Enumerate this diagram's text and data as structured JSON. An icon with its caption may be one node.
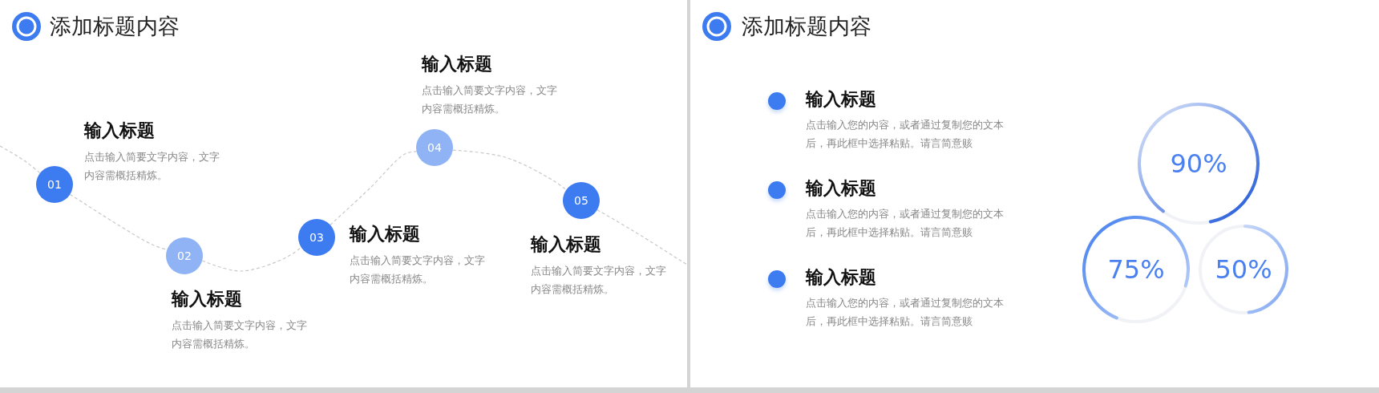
{
  "diagram": {
    "title": "添加标题内容",
    "nodes": [
      {
        "text": [
          "01"
        ],
        "beside": [
          "输入标题",
          "点击输入简要文字内容，文字内容需概括精炼。"
        ]
      },
      {
        "text": [
          "02"
        ],
        "beside": [
          "输入标题",
          "点击输入简要文字内容，文字内容需概括精炼。"
        ]
      },
      {
        "text": [
          "03"
        ],
        "beside": [
          "输入标题",
          "点击输入简要文字内容，文字内容需概括精炼。"
        ]
      },
      {
        "text": [
          "04"
        ],
        "beside": [
          "输入标题",
          "点击输入简要文字内容，文字内容需概括精炼。"
        ]
      },
      {
        "text": [
          "05"
        ],
        "beside": [
          "输入标题",
          "点击输入简要文字内容，文字内容需概括精炼。"
        ]
      },
      {
        "text": [],
        "shape": "circle",
        "beside": [
          "输入标题",
          "点击输入您的内容，或者通过复制您的文本后，再此框中选择粘贴。请言简意赅"
        ]
      },
      {
        "text": [],
        "shape": "circle",
        "beside": [
          "输入标题",
          "点击输入您的内容，或者通过复制您的文本后，再此框中选择粘贴。请言简意赅"
        ]
      },
      {
        "text": [],
        "shape": "circle",
        "beside": [
          "输入标题",
          "点击输入您的内容，或者通过复制您的文本后，再此框中选择粘贴。请言简意赅"
        ]
      },
      {
        "text": [
          "90%"
        ]
      },
      {
        "text": [
          "75%"
        ]
      },
      {
        "text": [
          "50%"
        ]
      }
    ],
    "edges": [
      {
        "from": null,
        "to": 0,
        "arrow": "none",
        "style": "dashed"
      },
      {
        "from": 0,
        "to": 1,
        "arrow": "none",
        "style": "dashed"
      },
      {
        "from": 1,
        "to": 2,
        "arrow": "none",
        "style": "dashed"
      },
      {
        "from": 2,
        "to": 3,
        "arrow": "none",
        "style": "dashed"
      },
      {
        "from": 3,
        "to": 4,
        "arrow": "none",
        "style": "dashed"
      },
      {
        "from": 4,
        "to": null,
        "arrow": "none",
        "style": "dashed"
      }
    ],
    "labels": [
      "添加标题内容"
    ]
  }
}
